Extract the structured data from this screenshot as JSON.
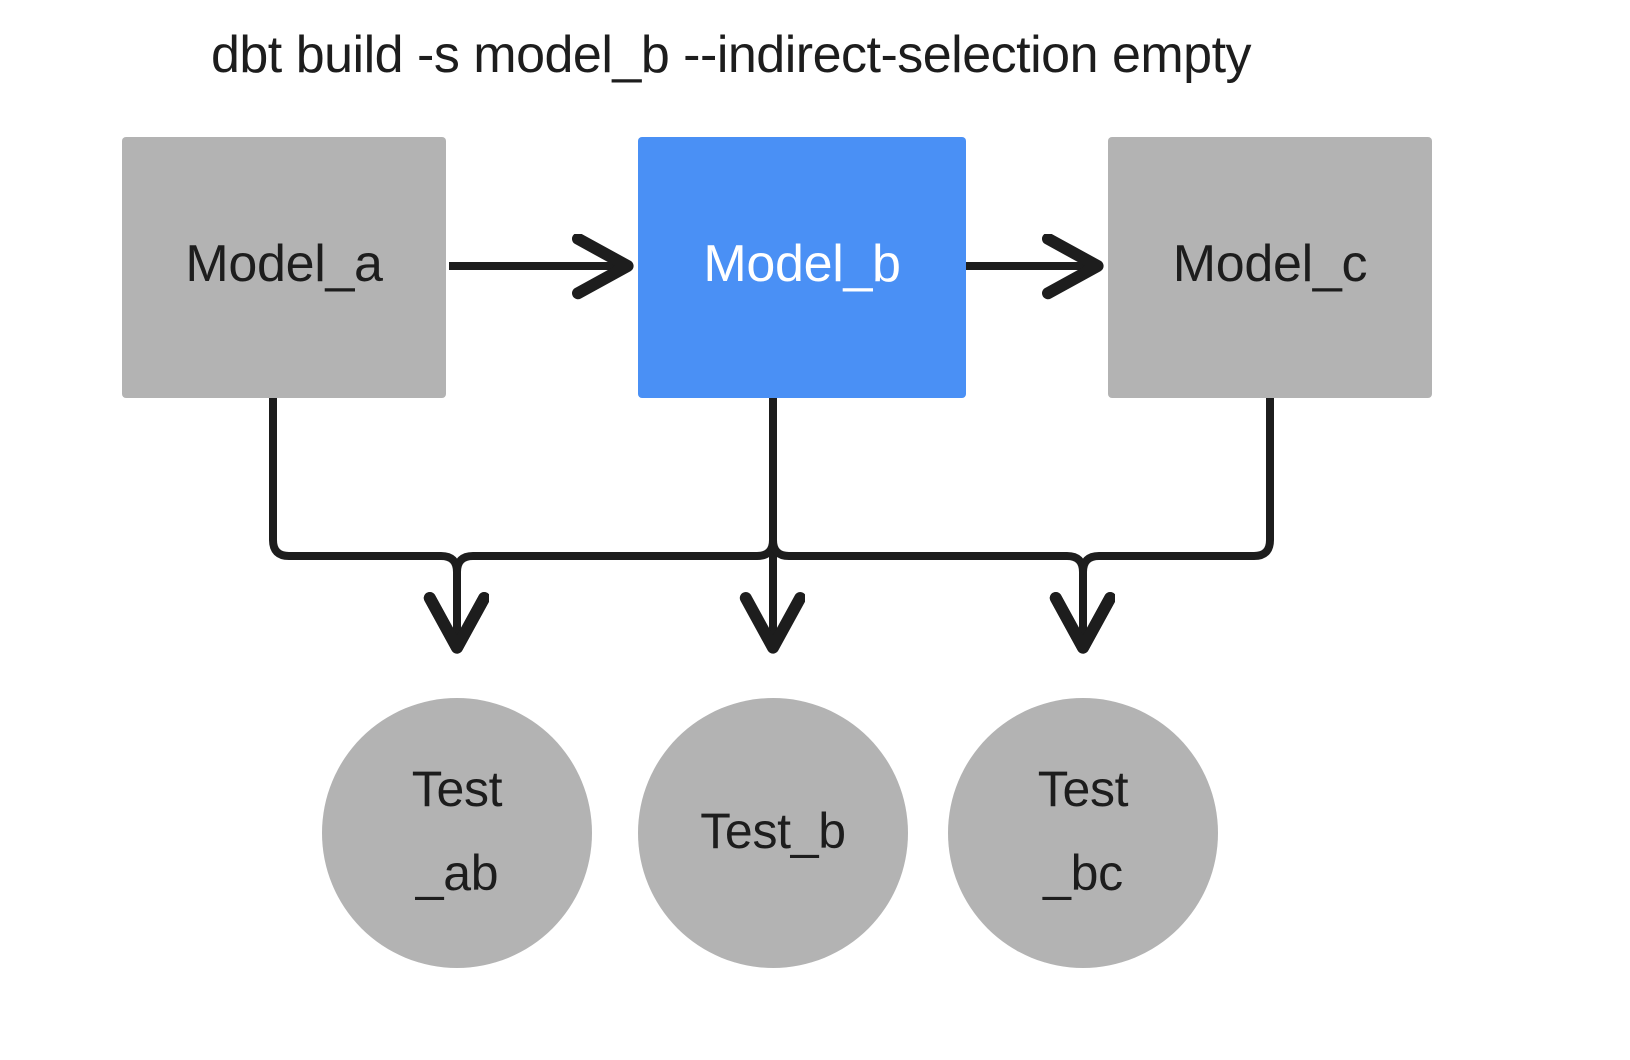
{
  "title": "dbt build -s model_b --indirect-selection empty",
  "colors": {
    "background": "#ffffff",
    "node_gray": "#b3b3b3",
    "node_selected_blue": "#4a90f5",
    "edge_stroke": "#1d1d1d",
    "label_dark": "#1d1d1d",
    "label_light": "#ffffff"
  },
  "nodes": {
    "model_a": {
      "label": "Model_a",
      "shape": "rectangle",
      "state": "unselected"
    },
    "model_b": {
      "label": "Model_b",
      "shape": "rectangle",
      "state": "selected"
    },
    "model_c": {
      "label": "Model_c",
      "shape": "rectangle",
      "state": "unselected"
    },
    "test_ab": {
      "label": "Test\n_ab",
      "shape": "circle",
      "state": "unselected"
    },
    "test_b": {
      "label": "Test_b",
      "shape": "circle",
      "state": "unselected"
    },
    "test_bc": {
      "label": "Test\n_bc",
      "shape": "circle",
      "state": "unselected"
    }
  },
  "edges": [
    {
      "from": "model_a",
      "to": "model_b",
      "style": "straight-right"
    },
    {
      "from": "model_b",
      "to": "model_c",
      "style": "straight-right"
    },
    {
      "from": "model_a",
      "to": "test_ab",
      "style": "elbow-down-right"
    },
    {
      "from": "model_b",
      "to": "test_ab",
      "style": "elbow-down-left"
    },
    {
      "from": "model_b",
      "to": "test_b",
      "style": "straight-down"
    },
    {
      "from": "model_b",
      "to": "test_bc",
      "style": "elbow-down-right"
    },
    {
      "from": "model_c",
      "to": "test_bc",
      "style": "elbow-down-left"
    }
  ]
}
